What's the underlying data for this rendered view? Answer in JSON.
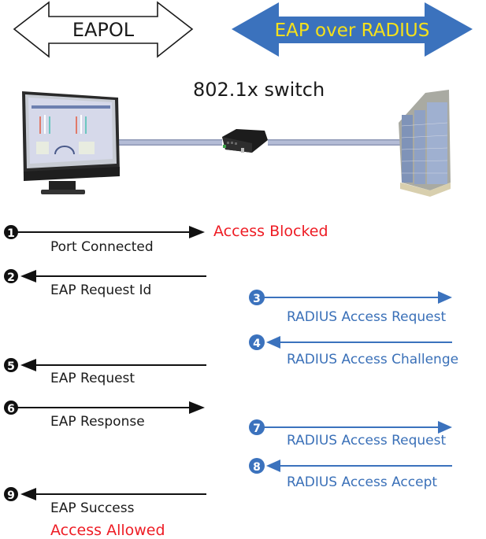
{
  "header": {
    "eapol_label": "EAPOL",
    "radius_label": "EAP over RADIUS",
    "switch_label": "802.1x switch"
  },
  "colors": {
    "black": "#111111",
    "blue": "#3b72bd",
    "red": "#ee1c24",
    "yellow": "#f5e11a",
    "cable": "#b4bcd6"
  },
  "devices": {
    "client": "monitor",
    "switch": "802.1x switch",
    "server": "server-rack"
  },
  "steps": [
    {
      "number": "1",
      "label": "Port Connected",
      "direction": "right",
      "side": "eapol"
    },
    {
      "number": "2",
      "label": "EAP Request Id",
      "direction": "left",
      "side": "eapol"
    },
    {
      "number": "3",
      "label": "RADIUS Access Request",
      "direction": "right",
      "side": "radius"
    },
    {
      "number": "4",
      "label": "RADIUS Access Challenge",
      "direction": "left",
      "side": "radius"
    },
    {
      "number": "5",
      "label": "EAP Request",
      "direction": "left",
      "side": "eapol"
    },
    {
      "number": "6",
      "label": "EAP Response",
      "direction": "right",
      "side": "eapol"
    },
    {
      "number": "7",
      "label": "RADIUS Access Request",
      "direction": "right",
      "side": "radius"
    },
    {
      "number": "8",
      "label": "RADIUS Access Accept",
      "direction": "left",
      "side": "radius"
    },
    {
      "number": "9",
      "label": "EAP Success",
      "direction": "left",
      "side": "eapol"
    }
  ],
  "status": {
    "blocked": "Access Blocked",
    "allowed": "Access Allowed"
  }
}
